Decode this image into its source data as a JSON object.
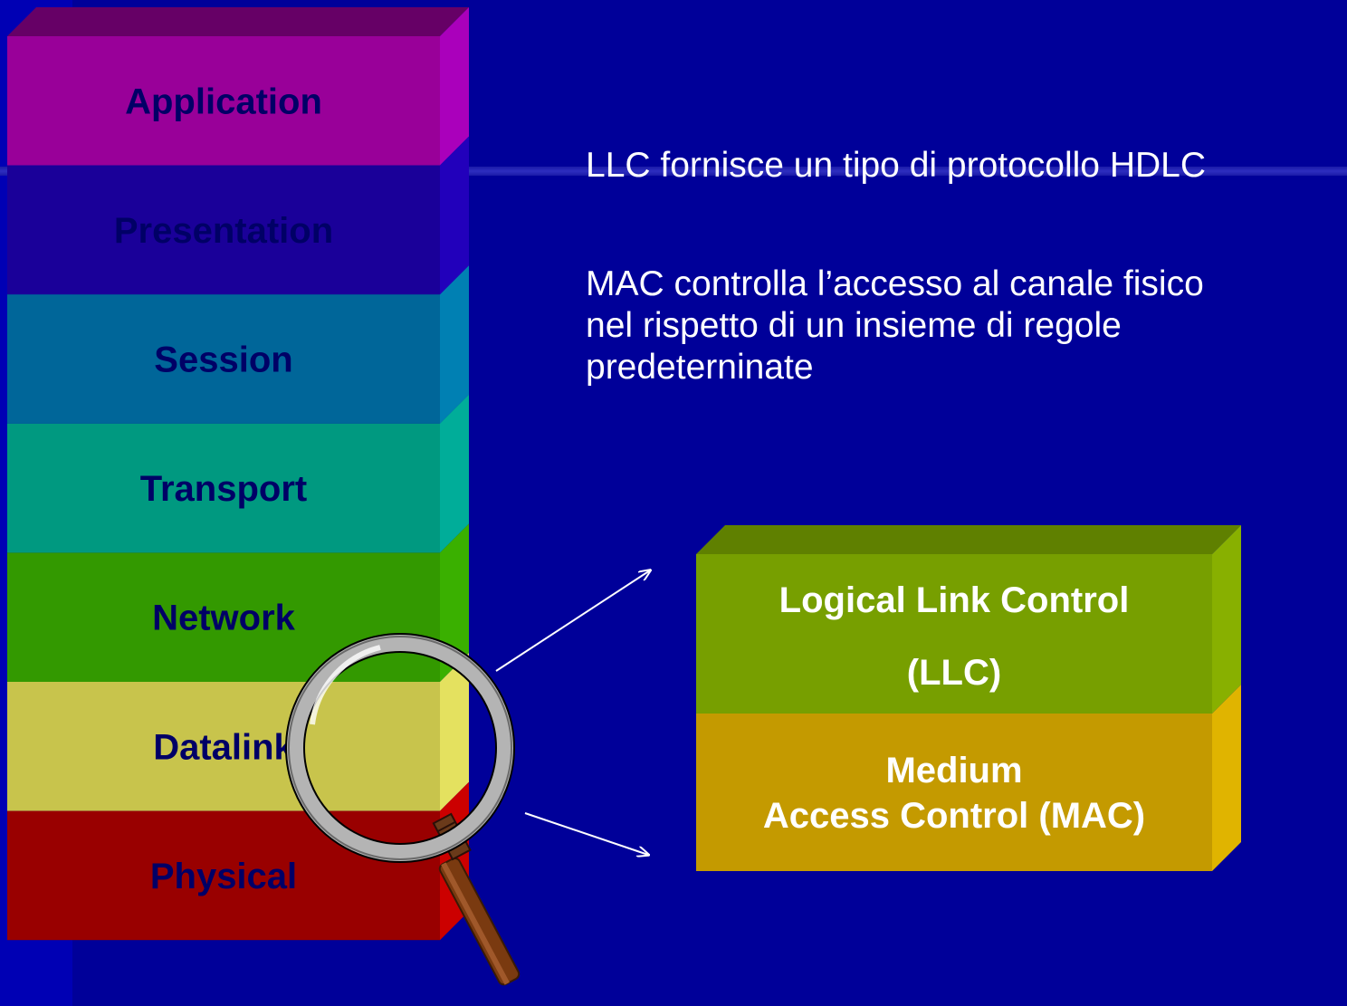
{
  "osi_layers": [
    {
      "label": "Application",
      "front": "#990099",
      "side": "#aa00bb"
    },
    {
      "label": "Presentation",
      "front": "#1a0099",
      "side": "#2200bb"
    },
    {
      "label": "Session",
      "front": "#006699",
      "side": "#0080b3"
    },
    {
      "label": "Transport",
      "front": "#009980",
      "side": "#00ad99"
    },
    {
      "label": "Network",
      "front": "#339900",
      "side": "#3ab000"
    },
    {
      "label": "Datalink",
      "front": "#c8c44c",
      "side": "#e4e15f"
    },
    {
      "label": "Physical",
      "front": "#990000",
      "side": "#cc0000"
    }
  ],
  "stack_top_color": "#660066",
  "datalink_detail": {
    "top_color": "#5f8000",
    "llc": {
      "line1": "Logical Link Control",
      "line2": "(LLC)",
      "front": "#779f00",
      "side": "#88b000"
    },
    "mac": {
      "line1": "Medium",
      "line2": "Access Control (MAC)",
      "front": "#c49a00",
      "side": "#e0b400"
    }
  },
  "descriptions": {
    "llc": "LLC fornisce un tipo di protocollo HDLC",
    "mac_line1": "MAC controlla l’accesso al canale fisico",
    "mac_line2": "nel rispetto di un insieme di regole",
    "mac_line3": "predeterninate"
  },
  "colors": {
    "background": "#000099",
    "label_text": "#000066",
    "magnifier_handle": "#7a3a10"
  },
  "icons": {
    "magnifier": "magnifying-glass-icon"
  }
}
